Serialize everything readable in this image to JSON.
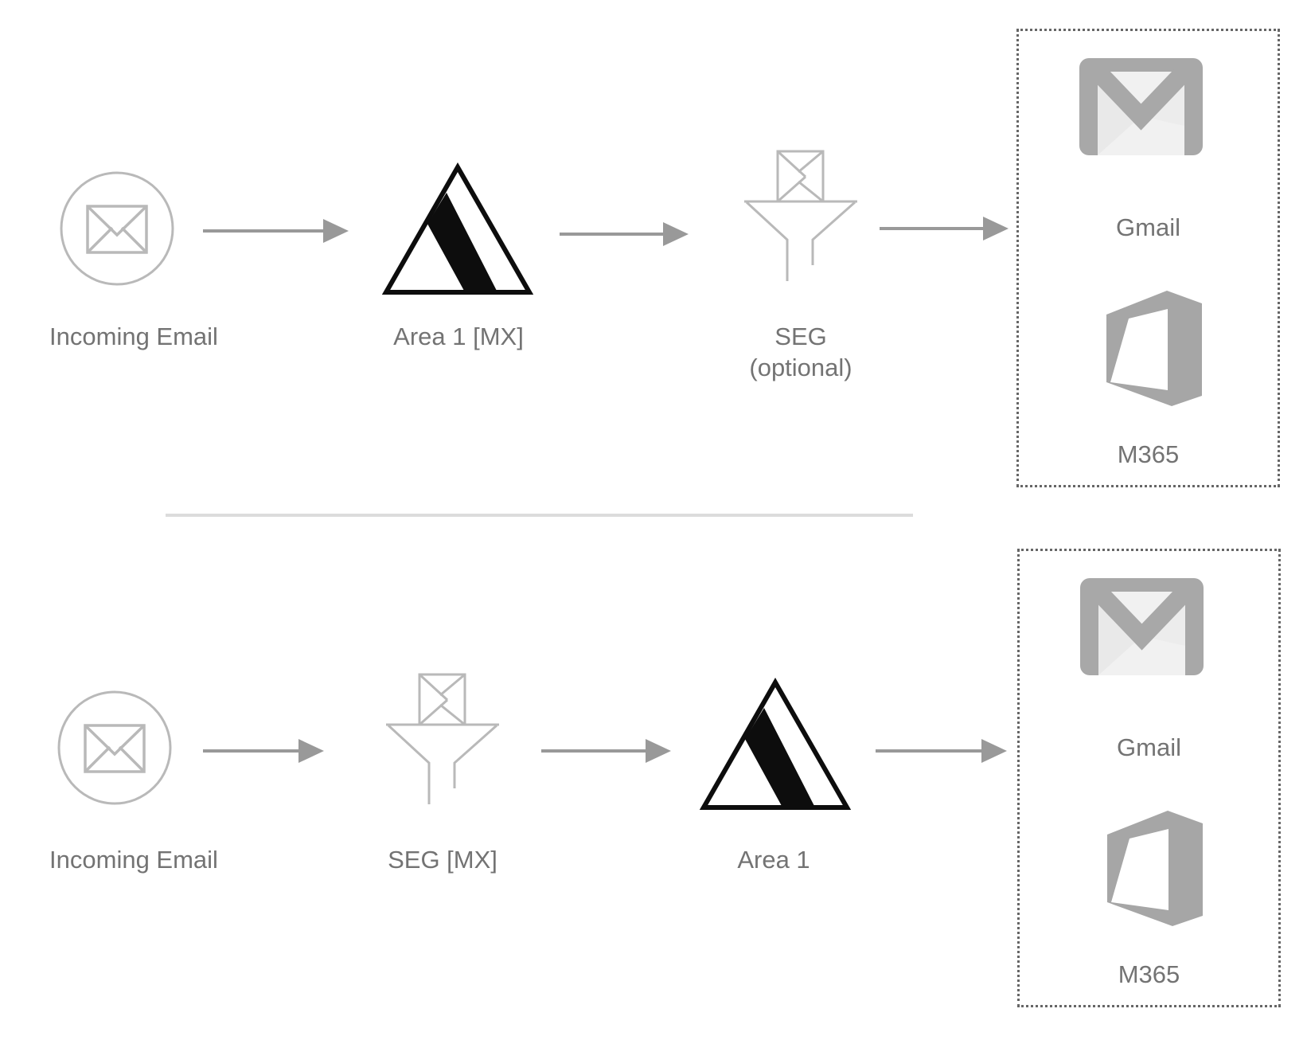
{
  "diagram": {
    "title_hint": "Email routing flows",
    "scenario_a": {
      "source": {
        "label": "Incoming Email"
      },
      "step1": {
        "label": "Area 1 [MX]"
      },
      "step2": {
        "label": "SEG",
        "sublabel": "(optional)"
      },
      "destinations": {
        "gmail_label": "Gmail",
        "m365_label": "M365"
      }
    },
    "scenario_b": {
      "source": {
        "label": "Incoming Email"
      },
      "step1": {
        "label": "SEG [MX]"
      },
      "step2": {
        "label": "Area 1"
      },
      "destinations": {
        "gmail_label": "Gmail",
        "m365_label": "M365"
      }
    },
    "icons": {
      "source": "envelope-in-circle-icon",
      "area1": "triangle-logo-icon",
      "seg": "mail-funnel-icon",
      "gmail": "gmail-envelope-icon",
      "m365": "office-365-icon"
    },
    "colors": {
      "label_gray": "#737373",
      "arrow_gray": "#999999",
      "outline_icon_gray": "#b9b9b9",
      "triangle_black": "#0d0d0d",
      "logo_gray": "#a8a8a8",
      "logo_body_light": "#f1f1f1",
      "divider_gray": "#dcdcdc",
      "dotted_border_gray": "#666666"
    }
  }
}
